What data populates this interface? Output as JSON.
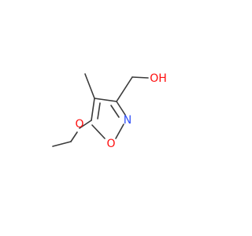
{
  "molecule": {
    "atoms": [
      {
        "id": "O-ring",
        "element": "O",
        "label": "O"
      },
      {
        "id": "N-ring",
        "element": "N",
        "label": "N"
      },
      {
        "id": "O-hydroxyl",
        "element": "O",
        "label": "OH"
      },
      {
        "id": "O-ether",
        "element": "O",
        "label": "O"
      }
    ]
  },
  "colors": {
    "bond": "#3a3a3a",
    "oxygen": "#ff0d0d",
    "nitrogen": "#3050f8",
    "background": "#ffffff"
  }
}
